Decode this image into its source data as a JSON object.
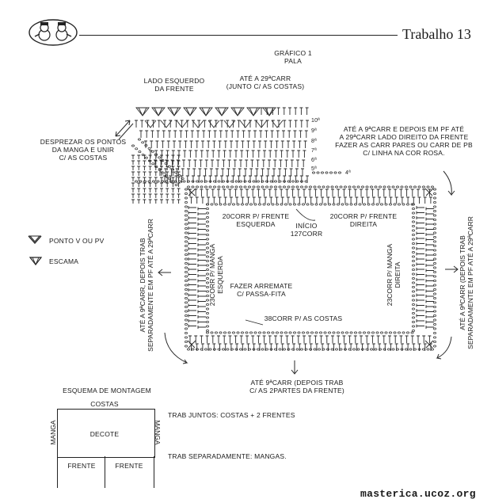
{
  "header": {
    "title": "Trabalho 13",
    "logo_icon": "snowmen-logo-icon"
  },
  "chart": {
    "title_line1": "GRÁFICO 1",
    "title_line2": "PALA",
    "top_note_line1": "ATÉ A 29ªCARR",
    "top_note_line2": "(JUNTO C/ AS COSTAS)",
    "left_front_line1": "LADO ESQUERDO",
    "left_front_line2": "DA FRENTE",
    "discard_line1": "DESPREZAR OS PONTOS",
    "discard_line2": "DA MANGA E UNIR",
    "discard_line3": "C/ AS COSTAS",
    "right_note_line1": "ATÉ A 9ªCARR E DEPOIS EM PF ATÉ",
    "right_note_line2": "A 29ªCARR LADO DIREITO DA FRENTE",
    "right_note_line3": "FAZER AS CARR PARES OU CARR DE PB",
    "right_note_line4": "C/ LINHA NA COR ROSA.",
    "row_numbers": [
      "10ª",
      "9ª",
      "8ª",
      "7ª",
      "6ª",
      "5ª",
      "4ª"
    ],
    "left_front_chains_line1": "20CORR P/ FRENTE",
    "left_front_chains_line2": "ESQUERDA",
    "start_line1": "INÍCIO",
    "start_line2": "127CORR",
    "right_front_chains_line1": "20CORR P/ FRENTE",
    "right_front_chains_line2": "DIREITA",
    "left_sleeve_line1": "23CORR P/ MANGA",
    "left_sleeve_line2": "ESQUERDA",
    "right_sleeve_line1": "23CORR P/ MANGA",
    "right_sleeve_line2": "DIREITA",
    "finish_line1": "FAZER ARREMATE",
    "finish_line2": "C/ PASSA-FITA",
    "back_chains": "38CORR P/ AS COSTAS",
    "left_side_line1": "ATÉ A 9ªCARR, DEPOIS TRAB",
    "left_side_line2": "SEPARADAMENTE EM PF ATÉ A 29ªCARR",
    "right_side_line1": "ATÉ A 9ªCARR (DEPOIS TRAB",
    "right_side_line2": "SEPARADAMENTE EM PF ATÉ A 29ªCARR",
    "bottom_note_line1": "ATÉ 9ªCARR (DEPOIS TRAB",
    "bottom_note_line2": "C/ AS 2PARTES DA FRENTE)"
  },
  "legend": {
    "v_stitch": "PONTO V OU PV",
    "shell": "ESCAMA"
  },
  "assembly": {
    "title": "ESQUEMA DE MONTAGEM",
    "top": "COSTAS",
    "left": "MANGA",
    "right": "MANGA",
    "center": "DECOTE",
    "bottom_left": "FRENTE",
    "bottom_right": "FRENTE",
    "note_together": "TRAB JUNTOS: COSTAS + 2 FRENTES",
    "note_separate": "TRAB SEPARADAMENTE: MANGAS."
  },
  "watermark": "masterica.ucoz.org"
}
